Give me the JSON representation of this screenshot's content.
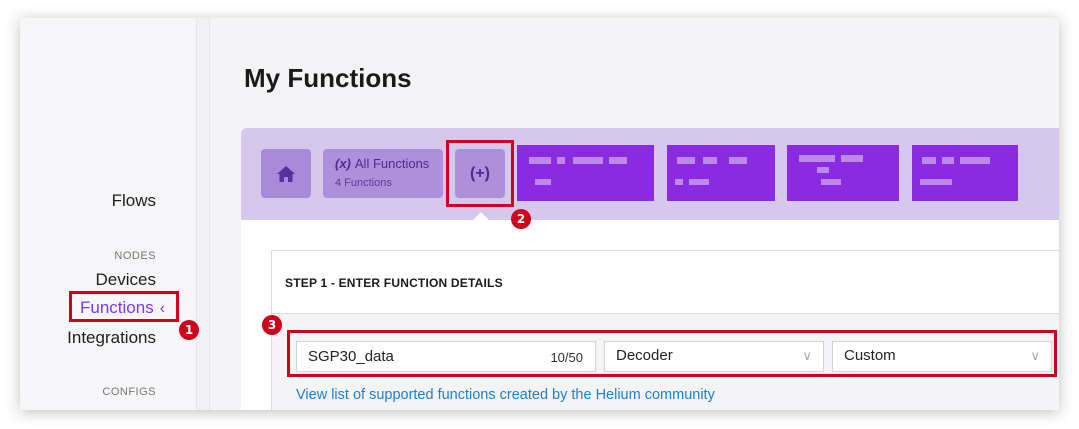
{
  "sidebar": {
    "items": [
      {
        "label": "Flows"
      },
      {
        "label": "Devices"
      },
      {
        "label": "Functions"
      },
      {
        "label": "Integrations"
      }
    ],
    "sections": {
      "nodes": "NODES",
      "configs": "CONFIGS"
    },
    "active_chevron": "‹"
  },
  "page": {
    "title": "My Functions"
  },
  "toolbar": {
    "all_functions_label": "All Functions",
    "all_functions_prefix": "(x)",
    "all_functions_count": "4 Functions",
    "add_label": "(+)"
  },
  "step1": {
    "label": "STEP 1 - ENTER FUNCTION DETAILS"
  },
  "form": {
    "name_value": "SGP30_data",
    "name_count": "10/50",
    "type_value": "Decoder",
    "format_value": "Custom",
    "community_link": "View list of supported functions created by the Helium community"
  },
  "annotations": {
    "one": "1",
    "two": "2",
    "three": "3"
  },
  "colors": {
    "accent": "#7c3aed",
    "tile": "#8a2be2",
    "highlight": "#d0021b",
    "link": "#1b7fd6"
  }
}
